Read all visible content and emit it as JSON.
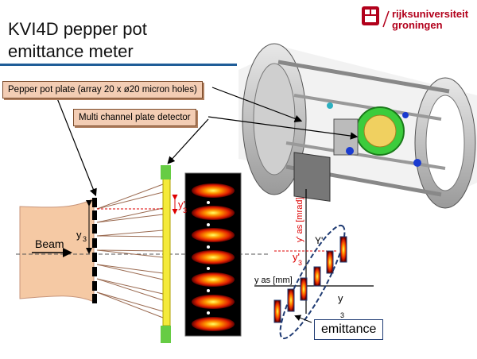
{
  "title": {
    "line1": "KVI4D pepper pot",
    "line2": "emittance meter"
  },
  "logo": {
    "line1": "rijksuniversiteit",
    "line2": "groningen"
  },
  "callouts": {
    "pepper_pot": "Pepper pot plate (array 20 x ø20 micron holes)",
    "mcp": "Multi channel plate detector"
  },
  "labels": {
    "beam": "Beam",
    "y3": "y",
    "y3_sub": "3",
    "y3prime_detector": "y'",
    "y3prime_detector_sub": "3",
    "yprime_axis": "y' as [mrad]",
    "Yprime": "Y'",
    "y3prime_plot": "y'",
    "y3prime_plot_sub": "3",
    "y_axis": "y as [mm]",
    "y3_plot": "y",
    "y3_plot_sub": "3",
    "emittance": "emittance"
  },
  "colors": {
    "accent": "#1f5d98",
    "beam": "#f5c9a4",
    "logo": "#b2001b",
    "callout_bg": "#f3cdb4"
  }
}
